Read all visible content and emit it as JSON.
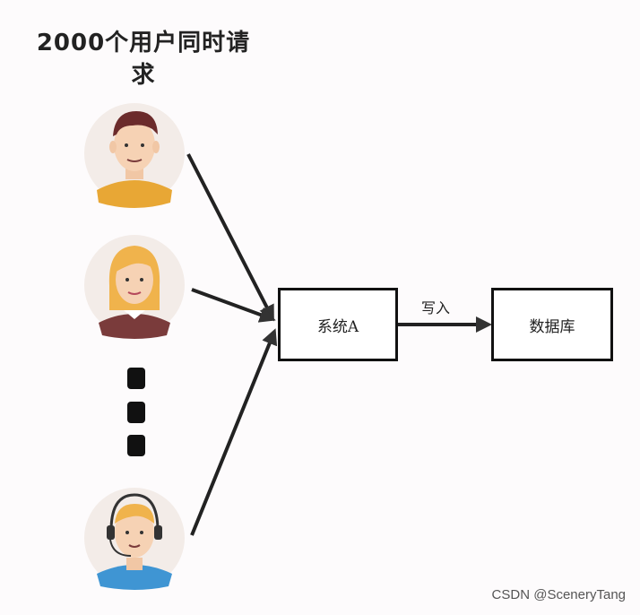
{
  "title": "2000个用户同时请求",
  "users": [
    {
      "icon": "man-avatar-icon"
    },
    {
      "icon": "woman-avatar-icon"
    },
    {
      "icon": "headset-avatar-icon"
    }
  ],
  "nodes": {
    "system_a": "系统A",
    "database": "数据库"
  },
  "edge_label": "写入",
  "watermark": "CSDN @SceneryTang"
}
